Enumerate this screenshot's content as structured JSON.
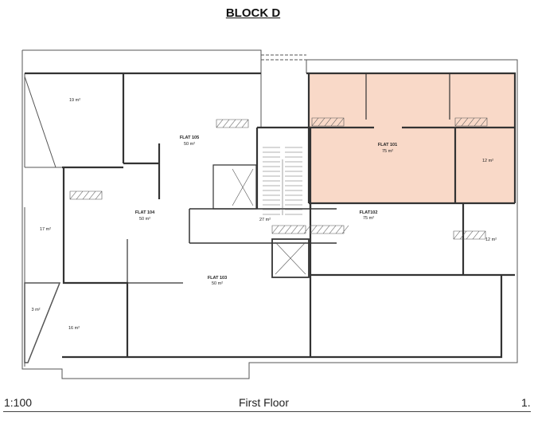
{
  "title": "BLOCK D",
  "highlight_color": "#f9d9c8",
  "flats": [
    {
      "name": "FLAT 105",
      "area": "50 m²"
    },
    {
      "name": "FLAT 104",
      "area": "50 m²"
    },
    {
      "name": "FLAT 103",
      "area": "50 m²"
    },
    {
      "name": "FLAT 101",
      "area": "75 m²",
      "highlighted": true
    },
    {
      "name": "FLAT102",
      "area": "75 m²"
    }
  ],
  "rooms": [
    "19 m²",
    "17 m²",
    "3 m²",
    "16 m²",
    "12 m²",
    "12 m²",
    "27 m²"
  ],
  "footer": {
    "scale": "1:100",
    "floor": "First Floor",
    "sheet": "1."
  }
}
